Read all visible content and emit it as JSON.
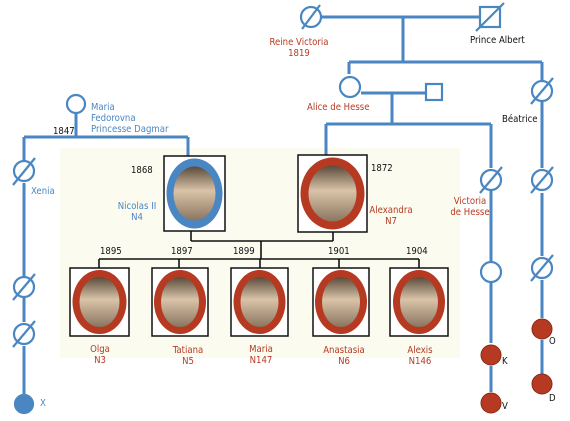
{
  "colors": {
    "line_blue": "#4a86c2",
    "tree_black": "#111111",
    "red_person": "#b63a22",
    "blue_person": "#4a86c2",
    "panel": "#fbfbf0"
  },
  "people": {
    "queen_victoria": {
      "name": "Reine Victoria",
      "year": "1819"
    },
    "prince_albert": {
      "name": "Prince Albert"
    },
    "alice": {
      "name": "Alice de Hesse"
    },
    "beatrice": {
      "name": "Béatrice"
    },
    "maria": {
      "line1": "Maria",
      "line2": "Fedorovna",
      "line3": "Princesse Dagmar",
      "year": "1847"
    },
    "xenia": {
      "name": "Xenia"
    },
    "nicolas": {
      "name": "Nicolas II",
      "code": "N4",
      "year": "1868"
    },
    "alexandra": {
      "name": "Alexandra",
      "code": "N7",
      "year": "1872"
    },
    "victoria_hesse": {
      "line1": "Victoria",
      "line2": "de Hesse"
    },
    "olga": {
      "name": "Olga",
      "code": "N3",
      "year": "1895"
    },
    "tatiana": {
      "name": "Tatiana",
      "code": "N5",
      "year": "1897"
    },
    "maria_child": {
      "name": "Maria",
      "code": "N147",
      "year": "1899"
    },
    "anastasia": {
      "name": "Anastasia",
      "code": "N6",
      "year": "1901"
    },
    "alexis": {
      "name": "Alexis",
      "code": "N146",
      "year": "1904"
    },
    "marker_x": {
      "name": "X"
    },
    "marker_k": {
      "name": "K"
    },
    "marker_v": {
      "name": "V"
    },
    "marker_o": {
      "name": "O"
    },
    "marker_d": {
      "name": "D"
    }
  }
}
